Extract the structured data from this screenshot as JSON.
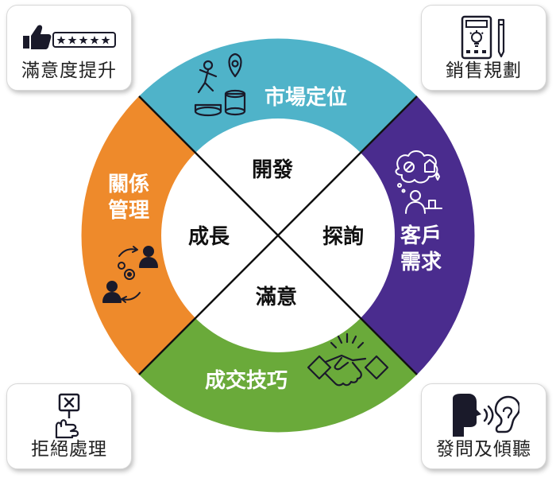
{
  "colors": {
    "top": "#4fb3c9",
    "right": "#4a2c8e",
    "bottom": "#6aaa3a",
    "left": "#ee8a2b",
    "divider": "#111111",
    "center": "#ffffff"
  },
  "wheel": {
    "top_label": "市場定位",
    "right_label_1": "客戶",
    "right_label_2": "需求",
    "bottom_label": "成交技巧",
    "left_label_1": "關係",
    "left_label_2": "管理"
  },
  "inner": {
    "top": "開發",
    "right": "探詢",
    "bottom": "滿意",
    "left": "成長"
  },
  "cards": {
    "top_left": {
      "label": "滿意度提升",
      "icon": "thumbs-up-rating-icon"
    },
    "top_right": {
      "label": "銷售規劃",
      "icon": "planning-calculator-icon"
    },
    "bottom_left": {
      "label": "拒絕處理",
      "icon": "reject-sign-icon"
    },
    "bottom_right": {
      "label": "發問及傾聽",
      "icon": "speak-listen-icon"
    }
  }
}
